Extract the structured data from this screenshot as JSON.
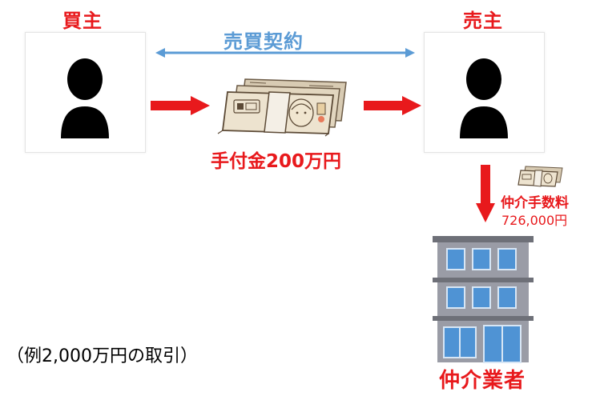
{
  "buyer": {
    "label": "買主"
  },
  "seller": {
    "label": "売主"
  },
  "contract": {
    "label": "売買契約"
  },
  "deposit": {
    "label": "手付金200万円"
  },
  "commission": {
    "label": "仲介手数料",
    "amount": "726,000円"
  },
  "broker": {
    "label": "仲介業者"
  },
  "example_note": "（例2,000万円の取引）",
  "colors": {
    "red": "#e8191c",
    "blue": "#5b9bd5",
    "person": "#000000",
    "building_gray": "#8d8f99",
    "glass": "#4f93d4"
  }
}
